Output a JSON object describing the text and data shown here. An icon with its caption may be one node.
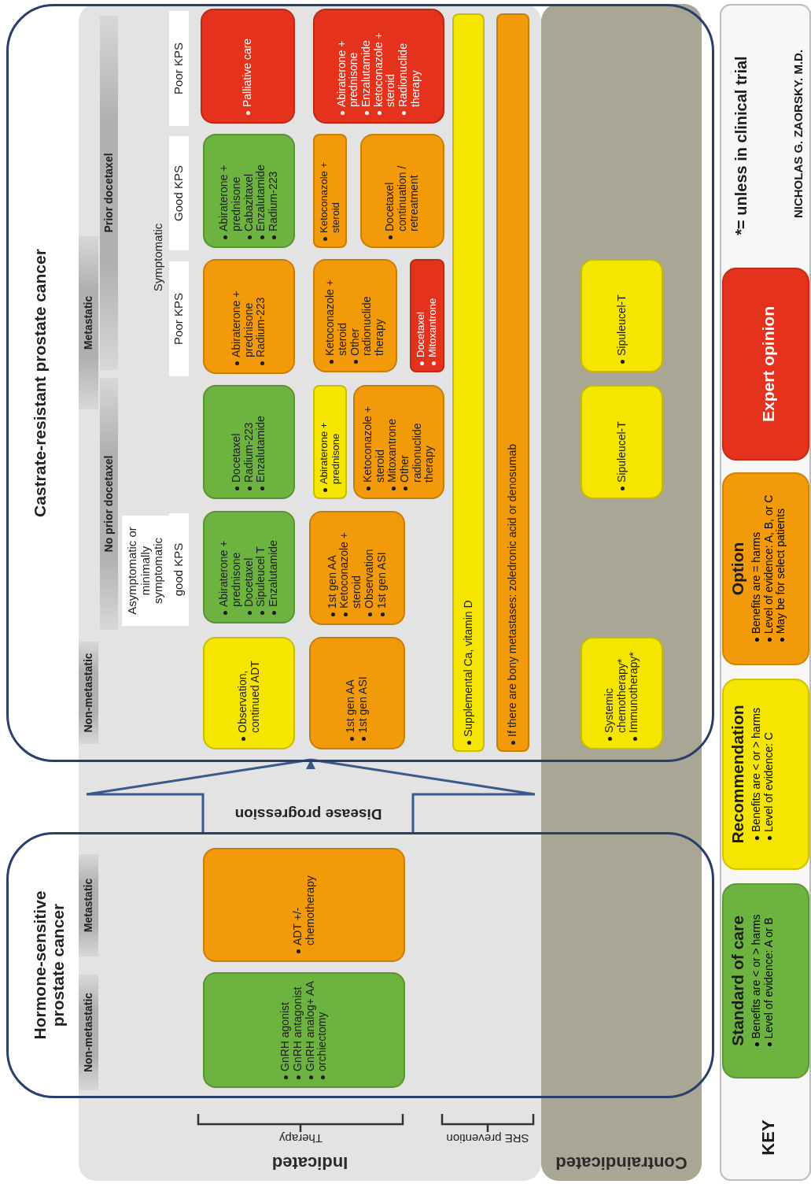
{
  "diagram": {
    "nodes": [
      {
        "text": [
          "Hormone-sensitive prostate cancer"
        ]
      },
      {
        "text": [
          "GnRH agonist",
          "GnRH antagonist",
          "GnRH analog+ AA",
          "orchiectomy"
        ],
        "in": 0
      },
      {
        "text": [
          "ADT +/- chemotherapy"
        ],
        "in": 0
      },
      {
        "text": [
          "Castrate-resistant prostate cancer"
        ]
      },
      {
        "text": [
          "Observation, continued ADT"
        ],
        "in": 3
      },
      {
        "text": [
          "Abiraterone + prednisone",
          "Docetaxel",
          "Sipuleucel T",
          "Enzalutamide"
        ],
        "in": 3
      },
      {
        "text": [
          "Docetaxel",
          "Radium-223",
          "Enzalutamide"
        ],
        "in": 3
      },
      {
        "text": [
          "Abiraterone + prednisone",
          "Radium-223"
        ],
        "in": 3
      },
      {
        "text": [
          "Abiraterone + prednisone",
          "Cabazitaxel",
          "Enzalutamide",
          "Radium-223"
        ],
        "in": 3
      },
      {
        "text": [
          "Palliative care"
        ],
        "in": 3
      },
      {
        "text": [
          "1st gen AA",
          "1st gen ASI"
        ],
        "in": 3
      },
      {
        "text": [
          "1st gen AA",
          "Ketoconazole + steroid",
          "Observation",
          "1st gen ASI"
        ],
        "in": 3
      },
      {
        "text": [
          "Abiraterone + prednisone"
        ],
        "in": 3
      },
      {
        "text": [
          "Ketoconazole + steroid",
          "Mitoxantrone",
          "Other radionuclide therapy"
        ],
        "in": 3
      },
      {
        "text": [
          "Ketoconazole + steroid",
          "Other radionuclide therapy"
        ],
        "in": 3
      },
      {
        "text": [
          "Docetaxel",
          "Mitoxantrone"
        ],
        "in": 3
      },
      {
        "text": [
          "Ketoconazole + steroid"
        ],
        "in": 3
      },
      {
        "text": [
          "Docetaxel continuation / retreatment"
        ],
        "in": 3
      },
      {
        "text": [
          "Abiraterone + prednisone",
          "Enzalutamide",
          "ketoconazole + steroid",
          "Radionuclide therapy"
        ],
        "in": 3
      },
      {
        "text": [
          "Supplemental Ca, vitamin D"
        ],
        "in": 3
      },
      {
        "text": [
          "If there are bony metastases: zoledronic acid or denosumab"
        ],
        "in": 3
      },
      {
        "text": [
          "Systemic chemotherapy*",
          "Immunotherapy*"
        ],
        "in": 3
      },
      {
        "text": [
          "Sipuleucel-T"
        ],
        "in": 3
      },
      {
        "text": [
          "Sipuleucel-T"
        ],
        "in": 3
      }
    ],
    "edges": [
      {
        "from": 0,
        "to": 3,
        "arrow": "to",
        "label": "Disease progression"
      }
    ],
    "labels": [
      "Non-metastatic",
      "Metastatic",
      "No prior docetaxel",
      "Prior docetaxel",
      "Asymptomatic or minimally symptomatic",
      "good KPS",
      "Symptomatic",
      "Poor KPS",
      "Good KPS",
      "Poor KPS",
      "Non-metastatic",
      "Metastatic",
      "Therapy",
      "SRE prevention",
      "KEY",
      "Benefits are < or > harms",
      "Level of evidence: A or B",
      "Benefits are < or > harms",
      "Level of evidence: C",
      "Benefits are = harms",
      "Level of evidence: A, B, or C",
      "May be for select patients",
      "*= unless in clinical trial",
      "NICHOLAS G. ZAORSKY. M.D.",
      "Indicated",
      "Contraindicated"
    ],
    "legend": [
      {
        "text": "Standard of care",
        "color": "#6db33f"
      },
      {
        "text": "Recommendation",
        "color": "#f5e500"
      },
      {
        "text": "Option",
        "color": "#f39a0b"
      },
      {
        "text": "Expert opinion",
        "color": "#e5321c"
      }
    ]
  }
}
